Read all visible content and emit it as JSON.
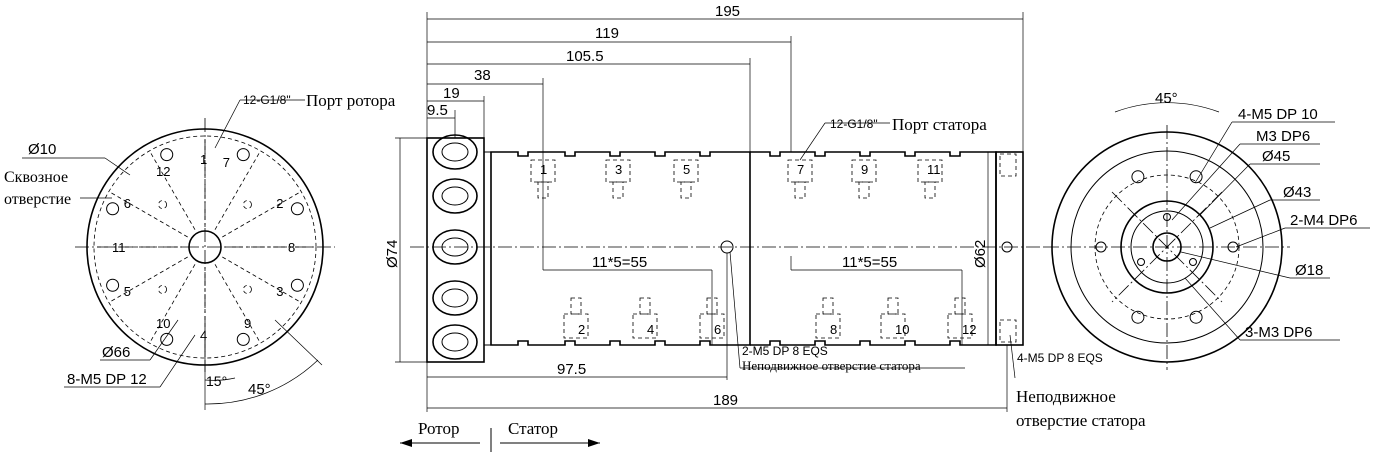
{
  "left_view": {
    "port_label_code": "12-G1/8\"",
    "port_label_text": "Порт ротора",
    "d10": "Ø10",
    "through_hole_line1": "Сквозное",
    "through_hole_line2": "отверстие",
    "d66": "Ø66",
    "m5": "8-M5 DP 12",
    "angle15": "15°",
    "angle45": "45°",
    "port_numbers": [
      "1",
      "2",
      "3",
      "4",
      "5",
      "6",
      "7",
      "8",
      "9",
      "10",
      "11",
      "12"
    ]
  },
  "side_view": {
    "dim_195": "195",
    "dim_119": "119",
    "dim_105_5": "105.5",
    "dim_38": "38",
    "dim_19": "19",
    "dim_9_5": "9.5",
    "d74": "Ø74",
    "d62": "Ø62",
    "pitch_left": "11*5=55",
    "pitch_right": "11*5=55",
    "dim_97_5": "97.5",
    "dim_189": "189",
    "stator_port_code": "12-G1/8\"",
    "stator_port_text": "Порт статора",
    "hole_m5_a": "2-M5 DP 8 EQS",
    "fixed_hole_a": "Неподвижное отверстие статора",
    "hole_m5_b": "4-M5 DP 8 EQS",
    "fixed_hole_b_line1": "Неподвижное",
    "fixed_hole_b_line2": "отверстие статора",
    "rotor": "Ротор",
    "stator": "Статор",
    "top_ports": [
      "1",
      "3",
      "5",
      "7",
      "9",
      "11"
    ],
    "bottom_ports": [
      "2",
      "4",
      "6",
      "8",
      "10",
      "12"
    ]
  },
  "right_view": {
    "angle45": "45°",
    "m5": "4-M5 DP 10",
    "m3dp6": "M3 DP6",
    "d45": "Ø45",
    "d43": "Ø43",
    "m4": "2-M4 DP6",
    "d18": "Ø18",
    "m3": "3-M3 DP6"
  }
}
